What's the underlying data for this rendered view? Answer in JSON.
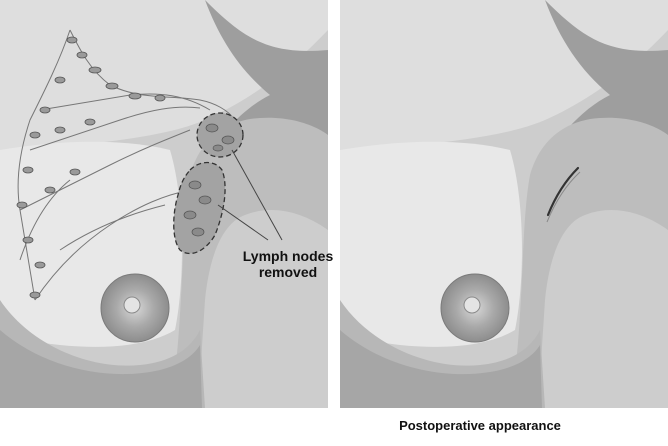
{
  "callout": {
    "line1": "Lymph nodes",
    "line2": "removed"
  },
  "caption": "Postoperative appearance",
  "colors": {
    "skin_dark": "#8c8c8c",
    "skin_mid": "#b4b4b4",
    "skin_light": "#d2d2d2",
    "skin_highlight": "#efefef",
    "lymph_fill": "#9a9a9a",
    "outline": "#555555",
    "text": "#111111"
  }
}
